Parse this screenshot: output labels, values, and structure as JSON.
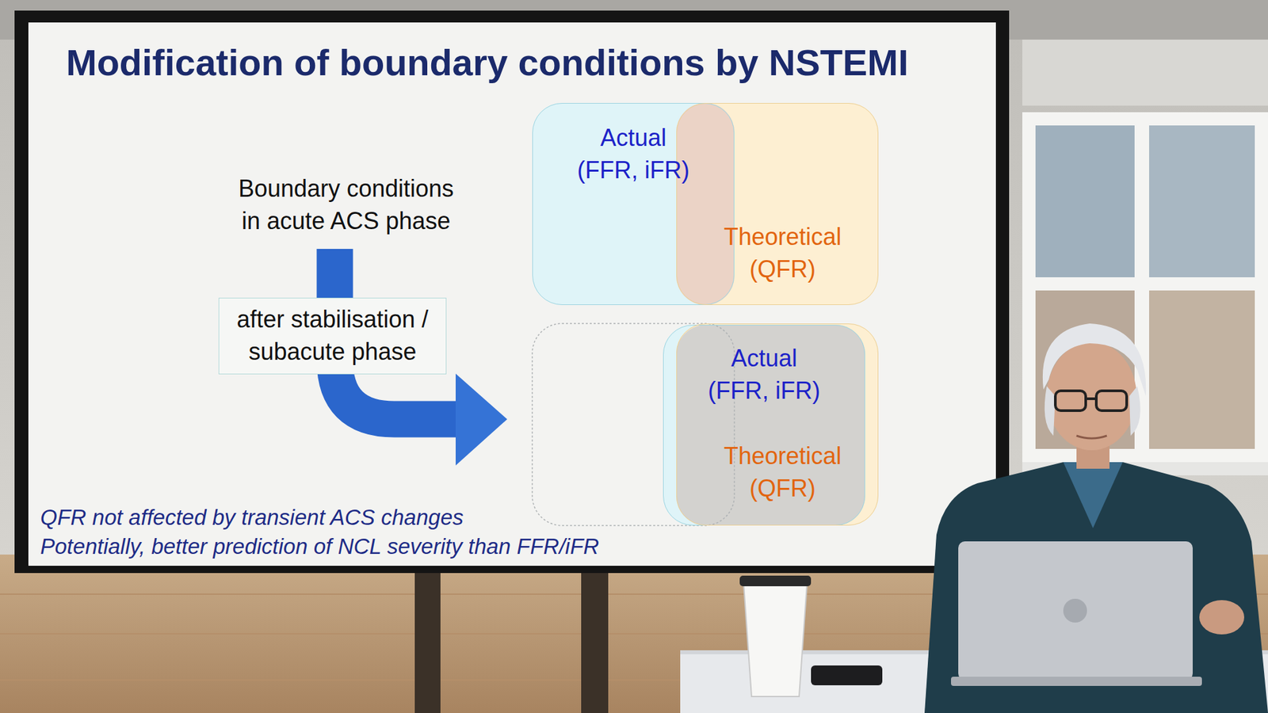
{
  "diagram": {
    "title": "Modification of boundary conditions by NSTEMI",
    "nodes": [
      {
        "text": [
          "Actual (FFR, iFR)"
        ]
      },
      {
        "text": [
          "Theoretical (QFR)"
        ]
      },
      {
        "text": [
          "after stabilisation / subacute phase"
        ]
      },
      {
        "text": [
          "Actual (FFR, iFR)"
        ]
      },
      {
        "text": [
          "Theoretical (QFR)"
        ]
      }
    ],
    "labels": [
      "Boundary conditions in acute ACS phase",
      "QFR not affected by transient ACS changes",
      "Potentially, better prediction of NCL severity than FFR/iFR"
    ]
  }
}
